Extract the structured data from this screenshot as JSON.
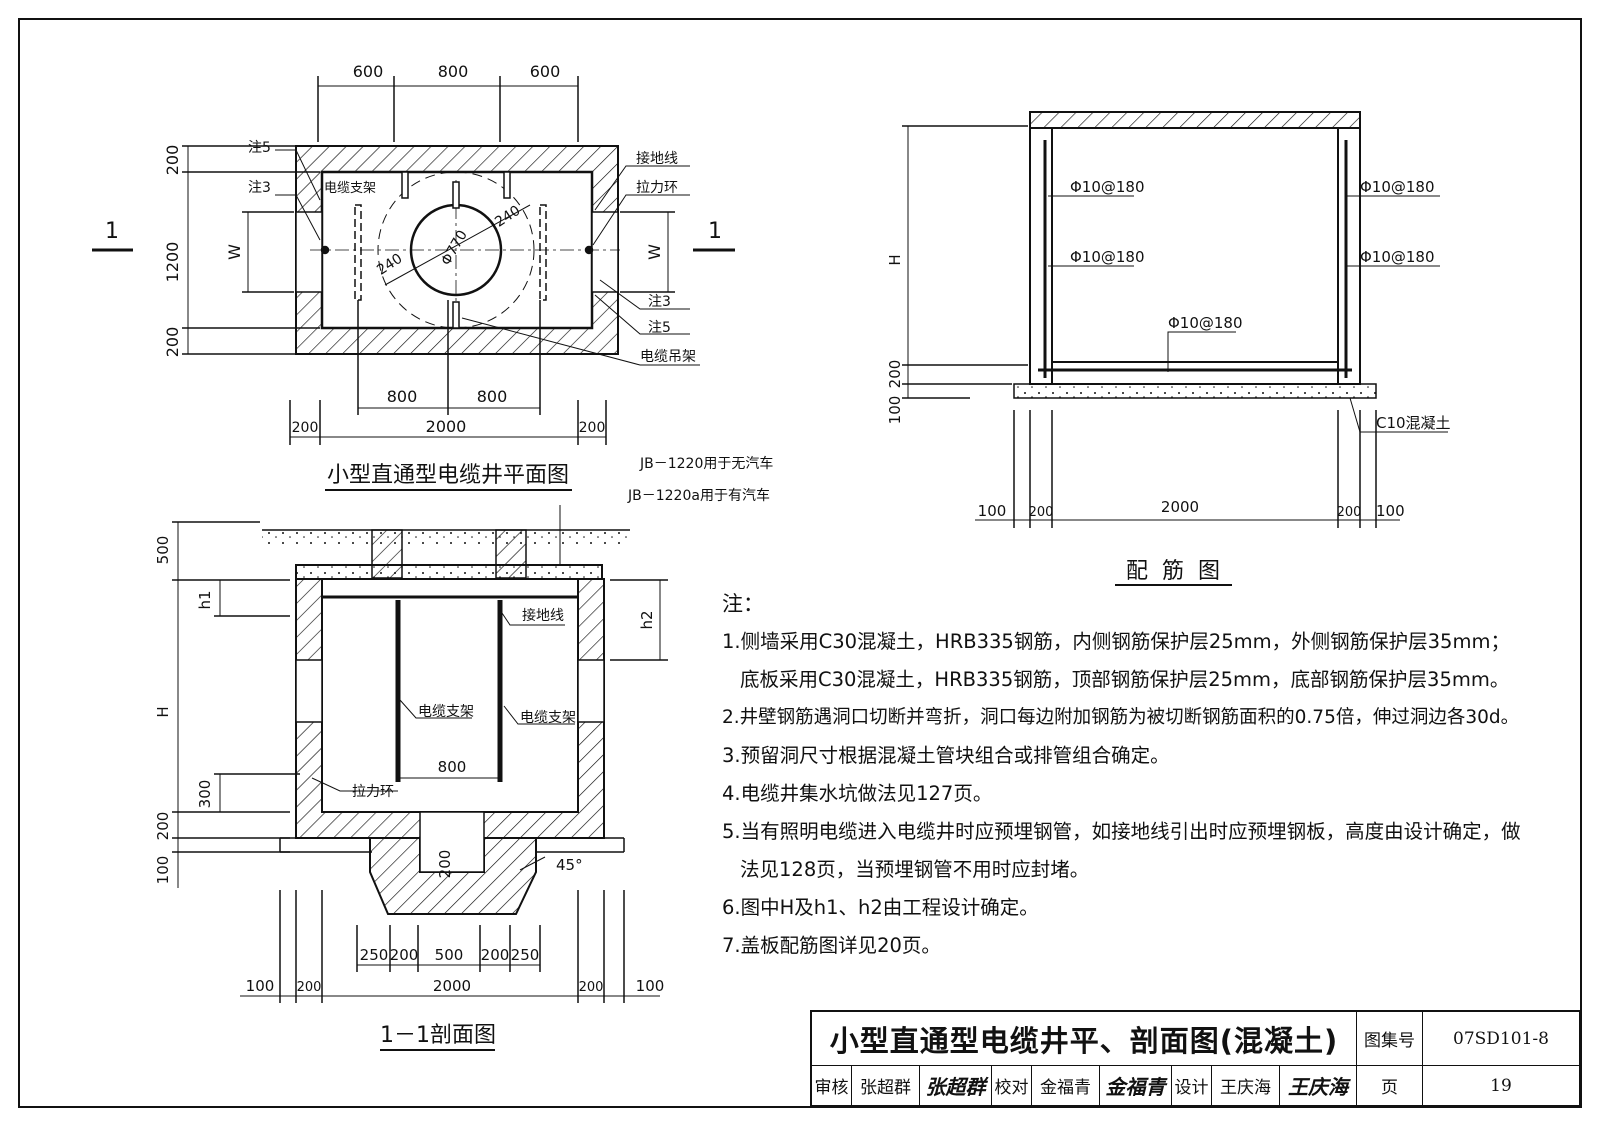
{
  "plan": {
    "title": "小型直通型电缆井平面图",
    "dims_top": [
      "600",
      "800",
      "600"
    ],
    "dims_left": [
      "200",
      "1200",
      "200"
    ],
    "dim_w": "W",
    "dims_inner_bottom": [
      "800",
      "800"
    ],
    "dims_bottom": [
      "200",
      "2000",
      "200"
    ],
    "section_mark": "1",
    "circle_dia": "Φ770",
    "offset_label": "240",
    "labels": {
      "note5": "注5",
      "note3": "注3",
      "bracket": "电缆支架",
      "ground_wire": "接地线",
      "pull_ring": "拉力环",
      "hanger": "电缆吊架"
    }
  },
  "section": {
    "title": "1－1剖面图",
    "cover_note_1": "JB－1220用于无汽车",
    "cover_note_2": "JB－1220a用于有汽车",
    "dims_left": [
      "500",
      "h1",
      "H",
      "300",
      "200",
      "100"
    ],
    "dim_h2": "h2",
    "dim_inner": "800",
    "dim_pit": "200",
    "angle": "45°",
    "dims_pit_bottom": [
      "250",
      "200",
      "500",
      "200",
      "250"
    ],
    "dims_bottom": [
      "100",
      "200",
      "2000",
      "200",
      "100"
    ],
    "labels": {
      "ground_wire": "接地线",
      "bracket": "电缆支架",
      "pull_ring": "拉力环"
    }
  },
  "rebar": {
    "title": "配  筋  图",
    "rebar_spec": "Φ10@180",
    "dims_left": [
      "H",
      "200",
      "100"
    ],
    "dims_bottom": [
      "100",
      "200",
      "2000",
      "200",
      "100"
    ],
    "concrete": "C10混凝土"
  },
  "notes": {
    "heading": "注：",
    "items": [
      "1.侧墙采用C30混凝土，HRB335钢筋，内侧钢筋保护层25mm，外侧钢筋保护层35mm；",
      "底板采用C30混凝土，HRB335钢筋，顶部钢筋保护层25mm，底部钢筋保护层35mm。",
      "2.井壁钢筋遇洞口切断并弯折，洞口每边附加钢筋为被切断钢筋面积的0.75倍，伸过洞边各30d。",
      "3.预留洞尺寸根据混凝土管块组合或排管组合确定。",
      "4.电缆井集水坑做法见127页。",
      "5.当有照明电缆进入电缆井时应预埋钢管，如接地线引出时应预埋钢板，高度由设计确定，做",
      "法见128页，当预埋钢管不用时应封堵。",
      "6.图中H及h1、h2由工程设计确定。",
      "7.盖板配筋图详见20页。"
    ]
  },
  "title_block": {
    "title": "小型直通型电缆井平、剖面图(混凝土)",
    "atlas_label": "图集号",
    "atlas_no": "07SD101-8",
    "review_label": "审核",
    "reviewer": "张超群",
    "reviewer_sig": "张超群",
    "check_label": "校对",
    "checker": "金福青",
    "checker_sig": "金福青",
    "design_label": "设计",
    "designer": "王庆海",
    "designer_sig": "王庆海",
    "page_label": "页",
    "page_no": "19"
  }
}
